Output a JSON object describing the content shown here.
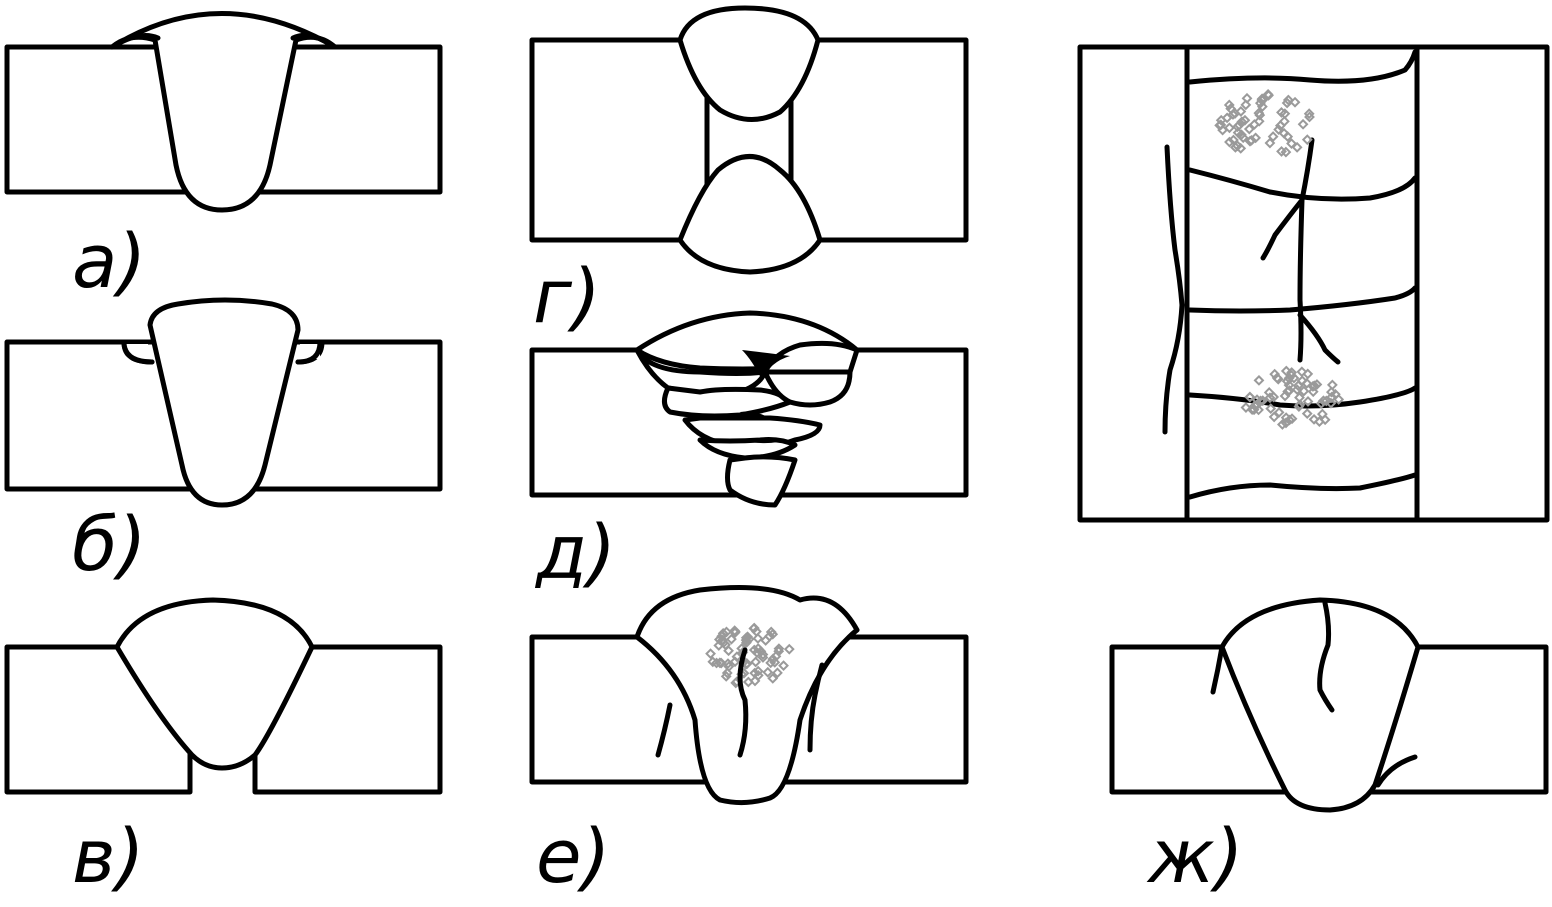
{
  "labels": {
    "a": "а)",
    "b": "б)",
    "v": "в)",
    "g": "г)",
    "d": "д)",
    "e": "е)",
    "zh": "ж)"
  },
  "colors": {
    "stroke": "#000000",
    "background": "#ffffff",
    "porosity": "#9a9a9a"
  }
}
